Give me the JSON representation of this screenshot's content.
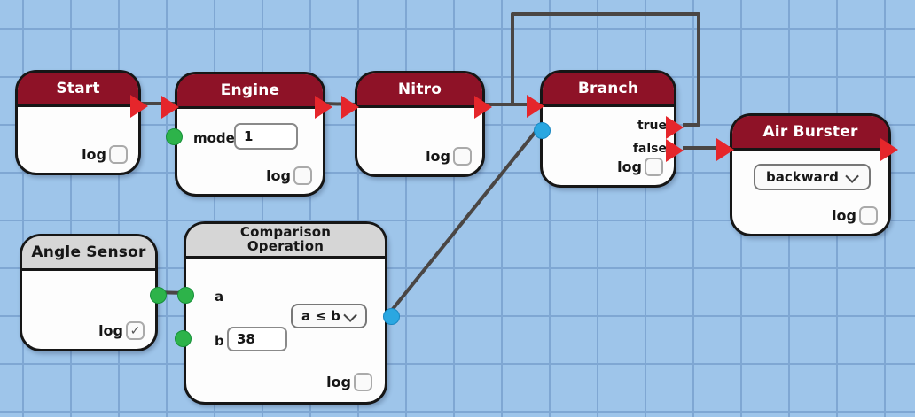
{
  "canvas": {
    "background_color": "#9ec5ea",
    "grid_color": "#7fa7d3"
  },
  "colors": {
    "node_header_red": "#8e1227",
    "node_header_gray": "#d6d6d6",
    "node_border": "#161616",
    "exec_port_red": "#e5262b",
    "data_port_green": "#2db34a",
    "data_port_blue": "#2aa7e1",
    "wire": "#4a4644"
  },
  "glyphs": {
    "checkmark": "✓"
  },
  "nodes": {
    "start": {
      "title": "Start",
      "log_label": "log"
    },
    "engine": {
      "title": "Engine",
      "mode_label": "mode",
      "mode_value": "1",
      "log_label": "log"
    },
    "nitro": {
      "title": "Nitro",
      "log_label": "log"
    },
    "branch": {
      "title": "Branch",
      "true_label": "true",
      "false_label": "false",
      "log_label": "log"
    },
    "air_burster": {
      "title": "Air Burster",
      "direction_value": "backward",
      "log_label": "log"
    },
    "angle_sensor": {
      "title": "Angle Sensor",
      "log_label": "log",
      "log_checked": true
    },
    "comparison": {
      "title_line1": "Comparison",
      "title_line2": "Operation",
      "a_label": "a",
      "b_label": "b",
      "b_value": "38",
      "operator_value": "a ≤ b",
      "log_label": "log"
    }
  },
  "connections": [
    {
      "from": "start.exec_out",
      "to": "engine.exec_in"
    },
    {
      "from": "engine.exec_out",
      "to": "nitro.exec_in"
    },
    {
      "from": "nitro.exec_out",
      "to": "branch.exec_in"
    },
    {
      "from": "branch.true_out",
      "to": "branch.exec_in"
    },
    {
      "from": "branch.false_out",
      "to": "air_burster.exec_in"
    },
    {
      "from": "angle_sensor.value_out",
      "to": "comparison.a_in"
    },
    {
      "from": "comparison.result_out",
      "to": "branch.condition_in"
    }
  ]
}
